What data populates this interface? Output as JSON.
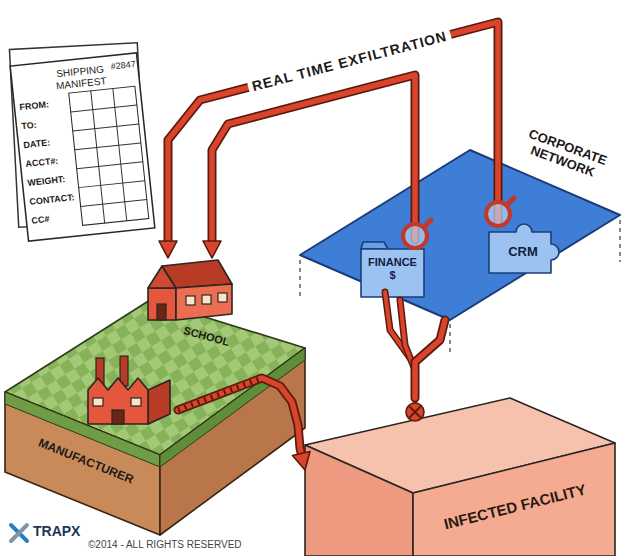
{
  "diagram": {
    "nodes": [
      {
        "text": [
          "SHIPPING MANIFEST",
          "#2847",
          "FROM:",
          "TO:",
          "DATE:",
          "ACCT#:",
          "WEIGHT:",
          "CONTACT:",
          "CC#"
        ]
      },
      {
        "text": [
          "SCHOOL"
        ]
      },
      {
        "text": [
          "MANUFACTURER"
        ]
      },
      {
        "text": [
          "CORPORATE NETWORK"
        ]
      },
      {
        "text": [
          "FINANCE $"
        ],
        "in": 3
      },
      {
        "text": [
          "CRM"
        ],
        "in": 3
      },
      {
        "text": [
          "INFECTED FACILITY"
        ]
      }
    ],
    "edges": [
      {
        "from": 5,
        "to": 1,
        "arrow": "to",
        "label": "REAL TIME EXFILTRATION"
      },
      {
        "from": 4,
        "to": 1,
        "arrow": "to"
      },
      {
        "from": 2,
        "to": 6,
        "arrow": "to"
      },
      {
        "from": 6,
        "to": 3,
        "arrow": "none"
      }
    ],
    "labels": [
      "TRAPX",
      "©2014 - ALL RIGHTS RESERVED"
    ]
  }
}
